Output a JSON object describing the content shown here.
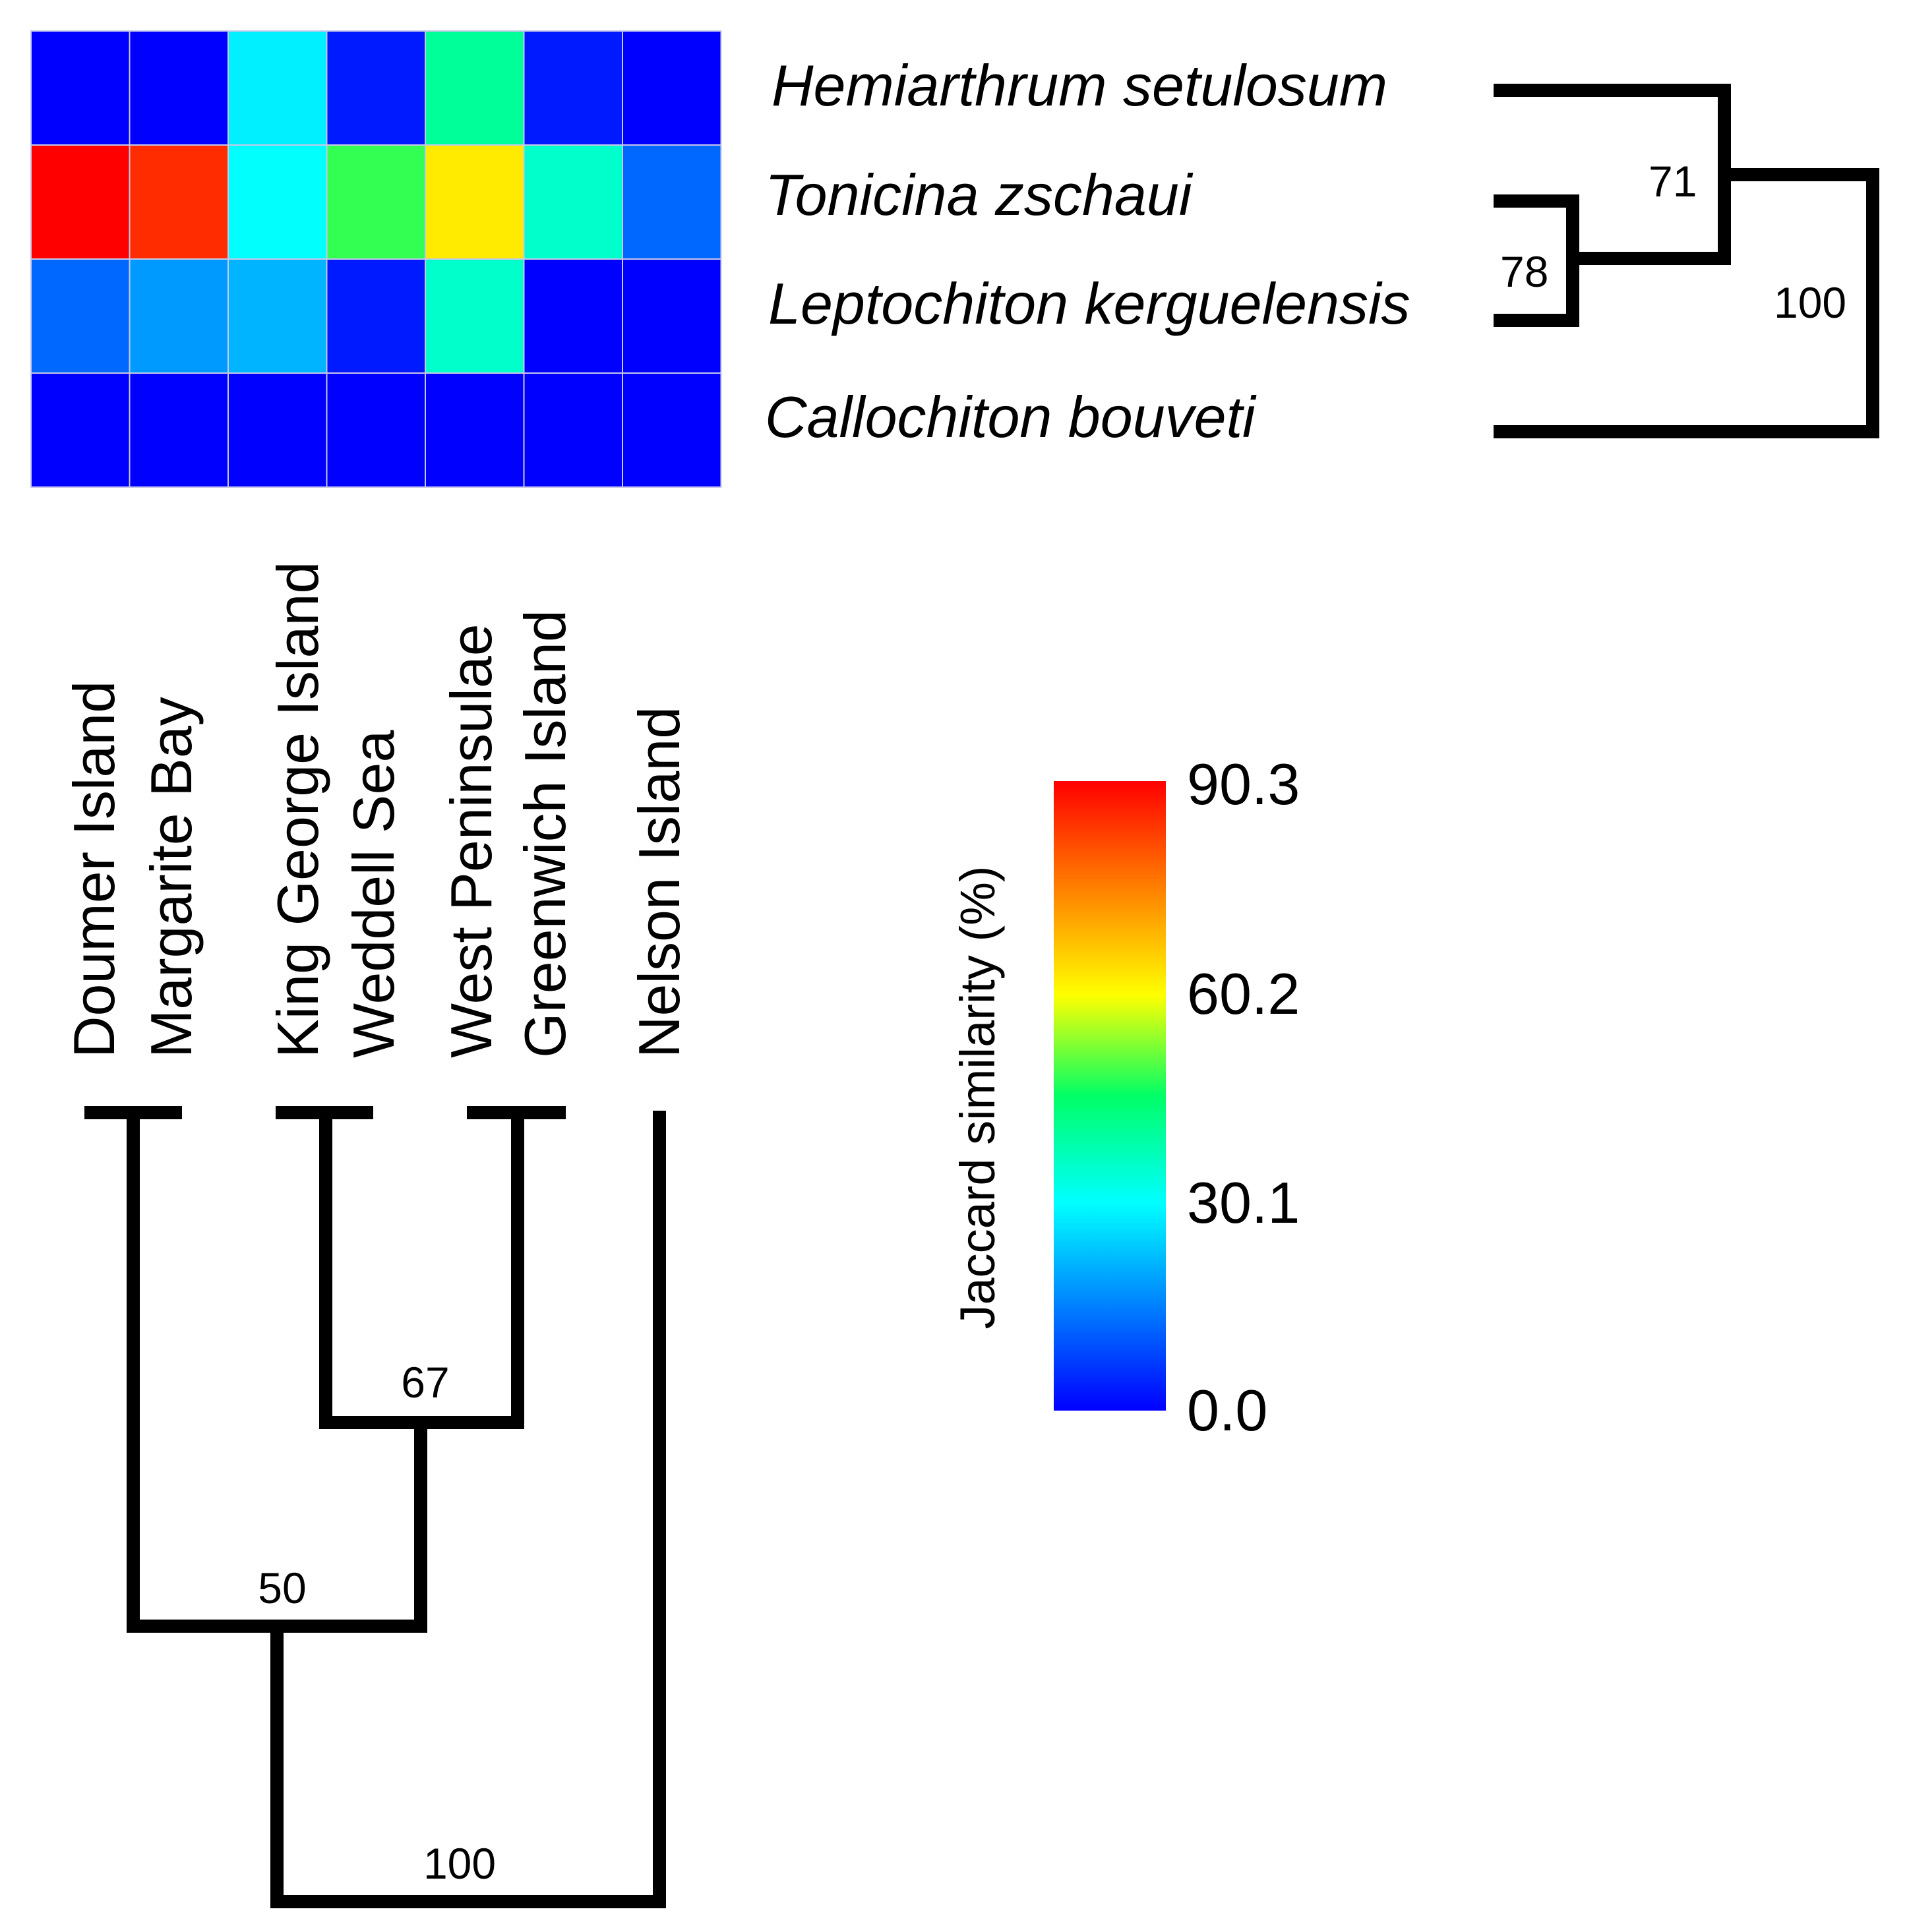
{
  "chart_data": {
    "type": "heatmap",
    "title": "",
    "rows": [
      "Hemiarthrum setulosum",
      "Tonicina zschaui",
      "Leptochiton kerguelensis",
      "Callochiton bouveti"
    ],
    "columns": [
      "Doumer Island",
      "Margarite Bay",
      "King George Island",
      "Weddell Sea",
      "West Peninsulae",
      "Greenwich Island",
      "Nelson Island"
    ],
    "values": [
      [
        0.0,
        0.0,
        28.0,
        3.0,
        40.0,
        3.0,
        0.0
      ],
      [
        90.3,
        85.0,
        30.0,
        48.0,
        62.0,
        35.0,
        12.0
      ],
      [
        12.0,
        18.0,
        21.0,
        3.0,
        35.0,
        0.0,
        0.0
      ],
      [
        0.0,
        0.0,
        0.0,
        0.0,
        0.0,
        0.0,
        0.0
      ]
    ],
    "colorbar": {
      "label": "Jaccard similarity (%)",
      "ticks": [
        "90.3",
        "60.2",
        "30.1",
        "0.0"
      ],
      "min": 0.0,
      "max": 90.3,
      "colors": [
        "#0000ff",
        "#00ffff",
        "#00ff66",
        "#ffff00",
        "#ff0000"
      ]
    },
    "row_dendrogram": {
      "bootstrap": [
        "78",
        "71",
        "100"
      ]
    },
    "column_dendrogram": {
      "bootstrap": [
        "67",
        "50",
        "100"
      ]
    }
  }
}
